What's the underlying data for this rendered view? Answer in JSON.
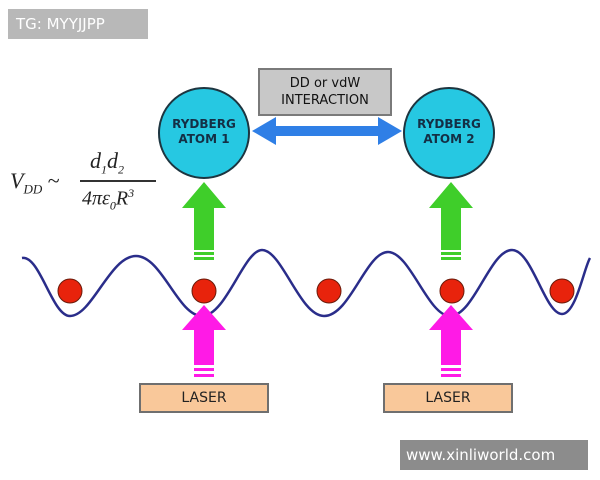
{
  "tag_label": "TG: MYYJJPP",
  "interaction": {
    "line1": "DD or vdW",
    "line2": "INTERACTION"
  },
  "atoms": [
    {
      "line1": "RYDBERG",
      "line2": "ATOM 1"
    },
    {
      "line1": "RYDBERG",
      "line2": "ATOM 2"
    }
  ],
  "lasers": [
    "LASER",
    "LASER"
  ],
  "formula": {
    "lhs_v": "V",
    "lhs_sub": "DD",
    "approx": "~",
    "num_d1": "d",
    "num_sub1": "1",
    "num_d2": "d",
    "num_sub2": "2",
    "den_prefix": "4πε",
    "den_sub": "0",
    "den_r": "R",
    "den_exp": "3"
  },
  "watermark": "www.xinliworld.com",
  "colors": {
    "atom_fill": "#26c8e2",
    "wave": "#2a2d8a",
    "site_dot": "#e8230c",
    "arrow_blue": "#2f7fe6",
    "arrow_green": "#3fce2a",
    "arrow_magenta": "#ff1ae6",
    "laser_fill": "#f9c89a"
  }
}
